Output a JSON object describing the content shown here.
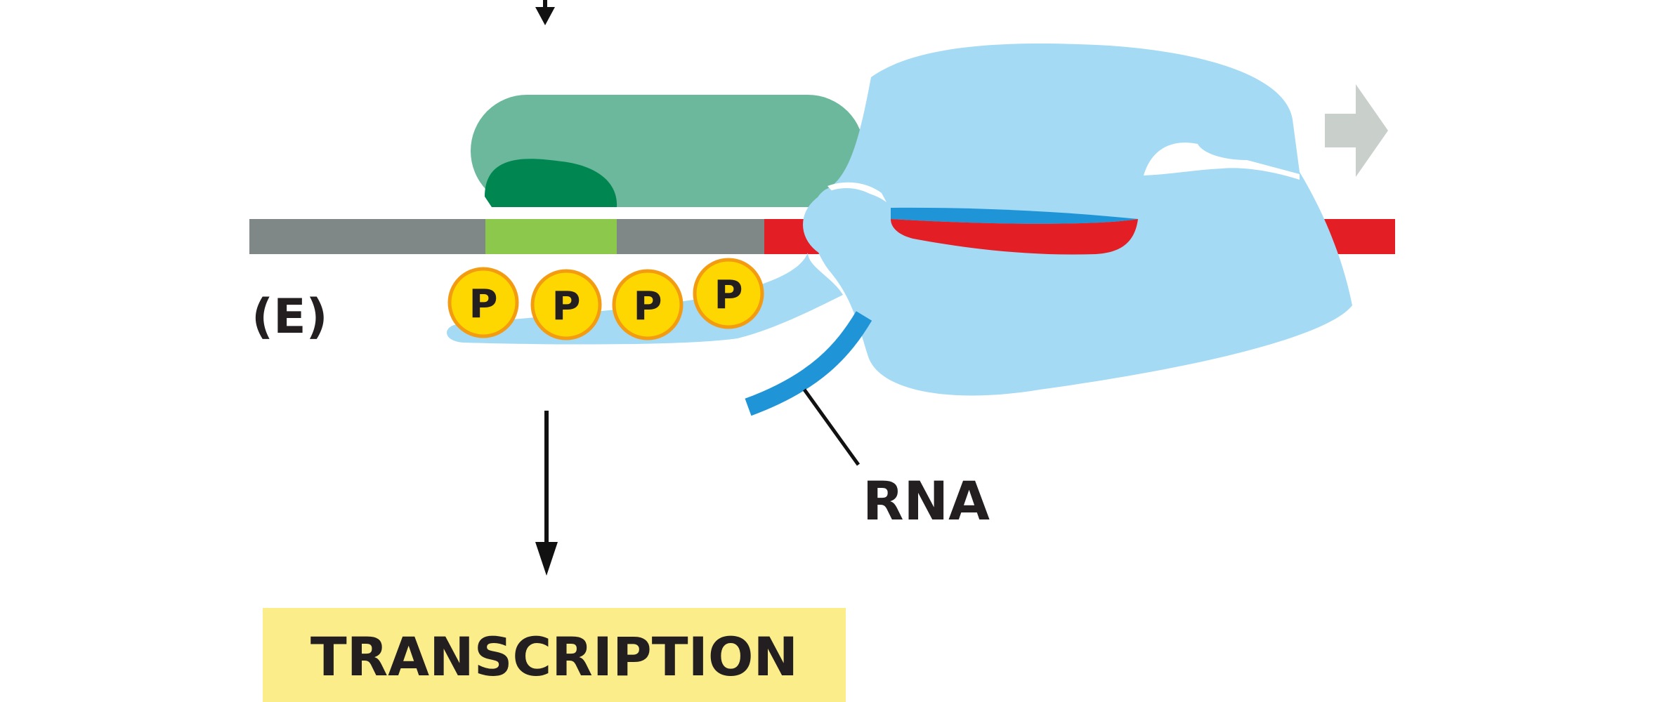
{
  "panel_label": "(E)",
  "rna_label": "RNA",
  "phospho_label": "P",
  "phospho_count": 4,
  "process_label": "TRANSCRIPTION",
  "colors": {
    "dna_gray": "#7f8787",
    "dna_promoter_green": "#8cc84b",
    "dna_transcribed_red": "#e31e24",
    "polymerase_blue": "#a4daf4",
    "rna_blue": "#1f95d8",
    "factor_green": "#6bb89c",
    "factor_dark_green": "#008751",
    "phosphate_fill": "#ffd700",
    "phosphate_border": "#f39c12",
    "label_box": "#fbed8a",
    "direction_arrow": "#c9cfcb"
  }
}
